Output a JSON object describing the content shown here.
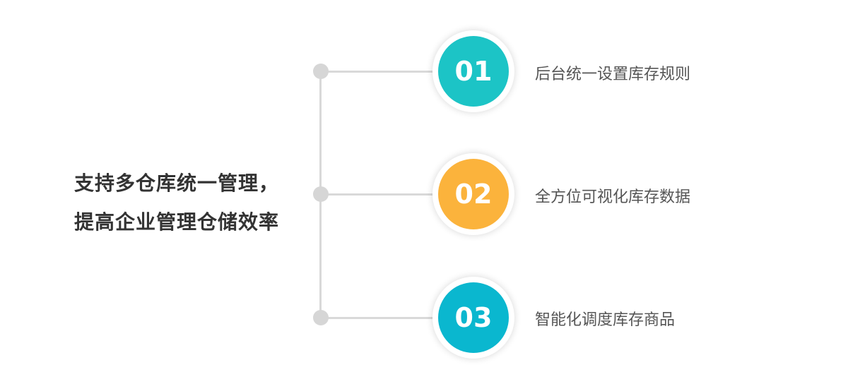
{
  "headline": {
    "line1": "支持多仓库统一管理，",
    "line2": "提高企业管理仓储效率"
  },
  "items": [
    {
      "number": "01",
      "text": "后台统一设置库存规则",
      "color": "#1cc4c6"
    },
    {
      "number": "02",
      "text": "全方位可视化库存数据",
      "color": "#fbb33c"
    },
    {
      "number": "03",
      "text": "智能化调度库存商品",
      "color": "#0ab7cf"
    }
  ]
}
